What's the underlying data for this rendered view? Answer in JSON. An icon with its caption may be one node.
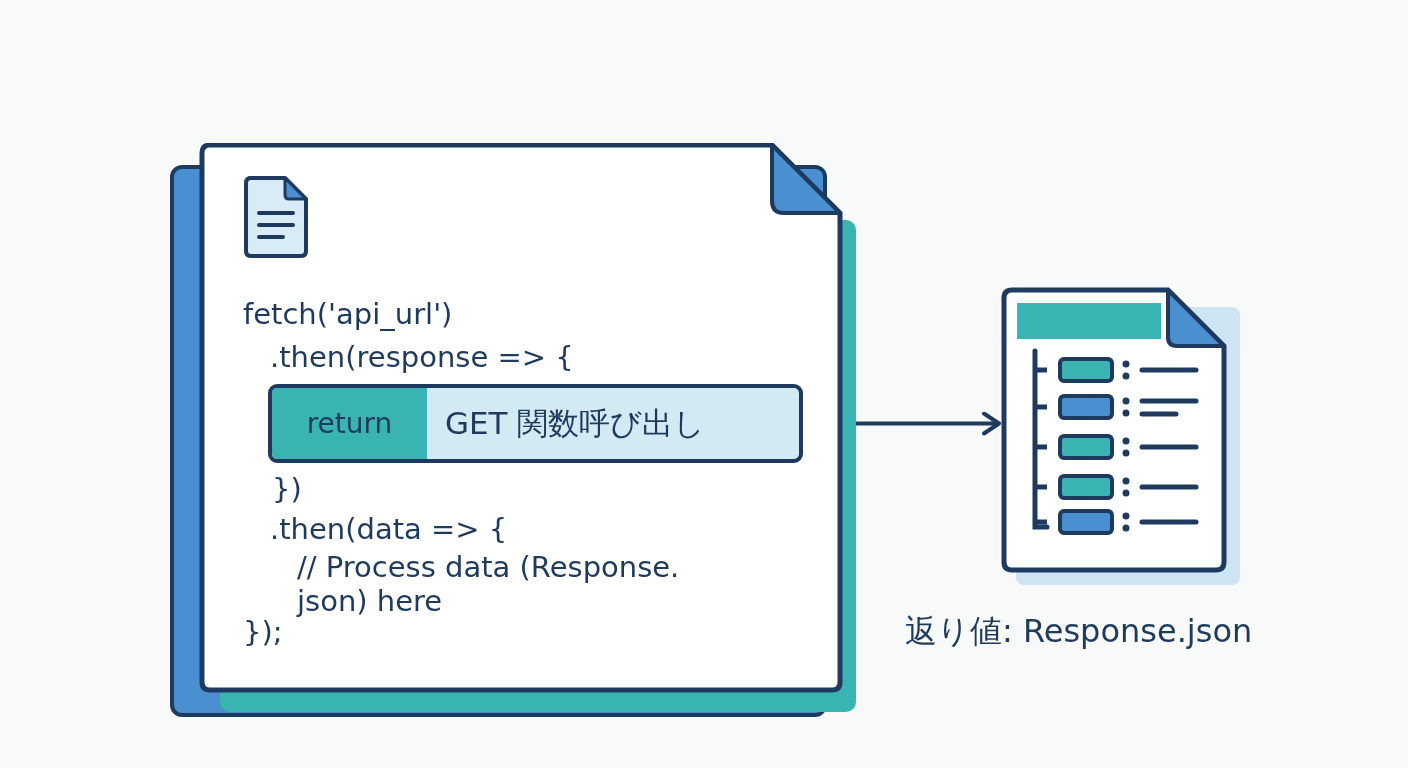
{
  "diagram": {
    "nodes": [
      {
        "text": [
          "fetch('api_url')",
          ".then(response => {",
          "})",
          ".then(data => {",
          "// Process data (Response. json) here",
          "});"
        ]
      },
      {
        "text": [
          "return",
          "GET 関数呼び出し"
        ],
        "in": 0
      },
      {
        "text": [],
        "shape": "picture",
        "beside": [
          "返り値: Response.json"
        ]
      }
    ],
    "edges": [
      {
        "from": 1,
        "to": 2,
        "arrow": "to"
      }
    ]
  }
}
